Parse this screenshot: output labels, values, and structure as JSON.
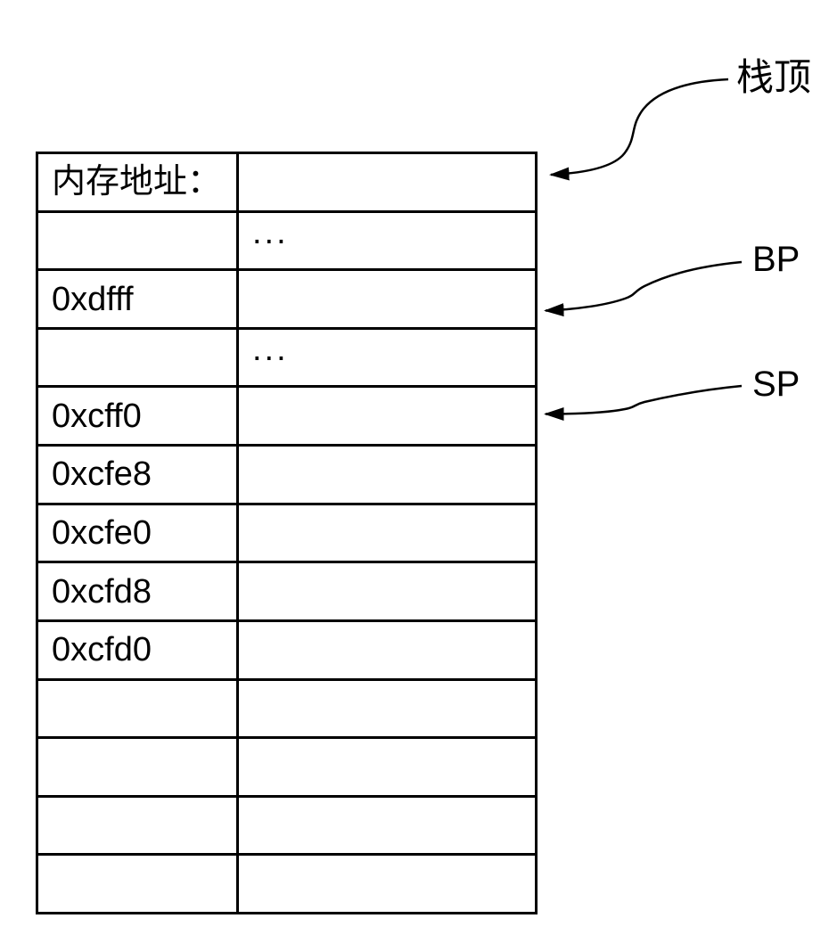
{
  "colors": {
    "line": "#000000",
    "text": "#000000",
    "background": "#ffffff"
  },
  "table": {
    "rows": [
      {
        "left": "内存地址：",
        "right": ""
      },
      {
        "left": "",
        "right": "..."
      },
      {
        "left": "0xdfff",
        "right": ""
      },
      {
        "left": "",
        "right": "..."
      },
      {
        "left": "0xcff0",
        "right": ""
      },
      {
        "left": "0xcfe8",
        "right": ""
      },
      {
        "left": "0xcfe0",
        "right": ""
      },
      {
        "left": "0xcfd8",
        "right": ""
      },
      {
        "left": "0xcfd0",
        "right": ""
      },
      {
        "left": "",
        "right": ""
      },
      {
        "left": "",
        "right": ""
      },
      {
        "left": "",
        "right": ""
      },
      {
        "left": "",
        "right": ""
      }
    ]
  },
  "labels": {
    "stack_top": "栈顶",
    "bp": "BP",
    "sp": "SP"
  }
}
